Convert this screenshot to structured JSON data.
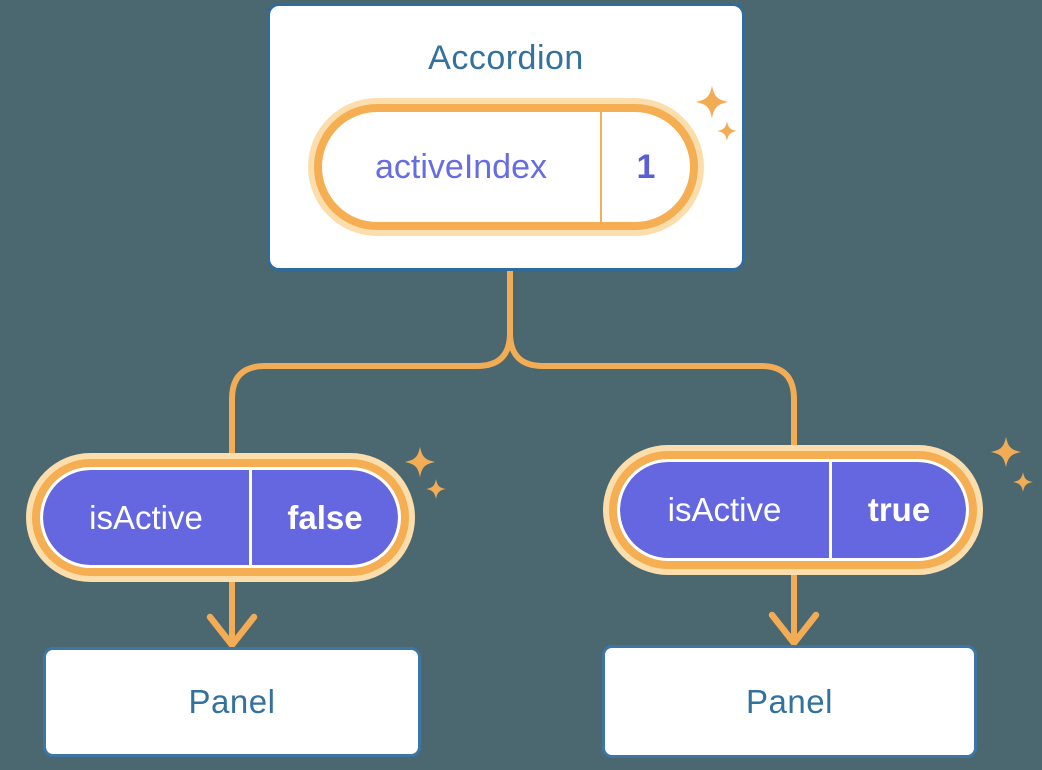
{
  "diagram": {
    "description": "Component tree diagram: Accordion holds state and passes props to two Panels",
    "root": {
      "title": "Accordion",
      "state_pill": {
        "label": "activeIndex",
        "value": "1"
      }
    },
    "branches": [
      {
        "prop_pill": {
          "label": "isActive",
          "value": "false"
        },
        "panel": {
          "title": "Panel"
        }
      },
      {
        "prop_pill": {
          "label": "isActive",
          "value": "true"
        },
        "panel": {
          "title": "Panel"
        }
      }
    ],
    "icons": {
      "sparkle": "sparkle-icon",
      "arrow": "arrow-down-icon"
    },
    "colors": {
      "background": "#4B6770",
      "connector_orange": "#F2AC55",
      "pill_ring_orange": "#F5AE52",
      "pill_halo_cream": "#FBDEAC",
      "prop_pill_purple": "#6467E0",
      "state_text_purple": "#676CE3",
      "box_border_blue": "#2F6B9C",
      "box_text_blue": "#33719F",
      "surface_white": "#FFFFFF"
    }
  }
}
